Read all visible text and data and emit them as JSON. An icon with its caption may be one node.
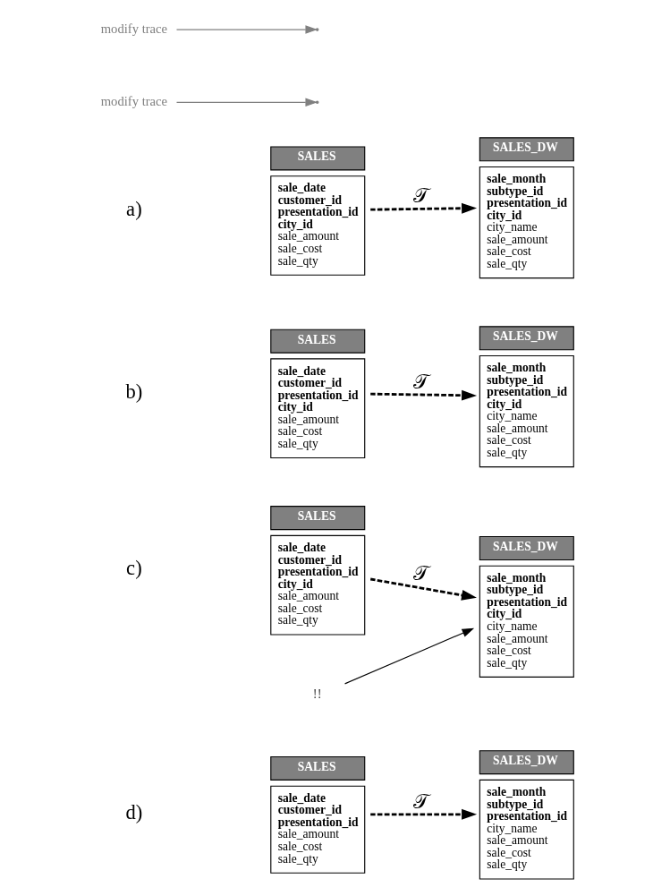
{
  "diagram": {
    "nodes": [
      {
        "text": [
          "SALES",
          "sale_date",
          "customer_id",
          "presentation_id",
          "city_id",
          "sale_amount",
          "sale_cost",
          "sale_qty"
        ]
      },
      {
        "text": [
          "SALES_DW",
          "sale_month",
          "subtype_id",
          "presentation_id",
          "city_id",
          "city_name",
          "sale_amount",
          "sale_cost",
          "sale_qty"
        ]
      },
      {
        "text": [
          "SALES",
          "sale_date",
          "customer_id",
          "presentation_id",
          "city_id",
          "sale_amount",
          "sale_cost",
          "sale_qty"
        ]
      },
      {
        "text": [
          "SALES_DW",
          "sale_month",
          "subtype_id",
          "presentation_id",
          "city_id",
          "city_name",
          "sale_amount",
          "sale_cost",
          "sale_qty"
        ]
      },
      {
        "text": [
          "SALES",
          "sale_date",
          "customer_id",
          "presentation_id",
          "city_id",
          "sale_amount",
          "sale_cost",
          "sale_qty"
        ]
      },
      {
        "text": [
          "modify trace"
        ]
      },
      {
        "text": [
          "SALES_DW",
          "sale_month",
          "subtype_id",
          "presentation_id",
          "city_id",
          "city_name",
          "sale_amount",
          "sale_cost",
          "sale_qty"
        ]
      },
      {
        "text": [
          "!!"
        ]
      },
      {
        "text": [
          "SALES",
          "sale_date",
          "customer_id",
          "presentation_id",
          "sale_amount",
          "sale_cost",
          "sale_qty"
        ]
      },
      {
        "text": [
          "modify trace"
        ]
      },
      {
        "text": [
          "SALES_DW",
          "sale_month",
          "subtype_id",
          "presentation_id",
          "city_name",
          "sale_amount",
          "sale_cost",
          "sale_qty"
        ]
      }
    ],
    "edges": [
      {
        "from": 0,
        "to": 1,
        "arrow": "to",
        "label": "𝒯",
        "style": "dashed"
      },
      {
        "from": 2,
        "to": 3,
        "arrow": "to",
        "label": "𝒯",
        "style": "dashed"
      },
      {
        "from": 4,
        "to": 6,
        "arrow": "to",
        "label": "𝒯",
        "style": "dashed"
      },
      {
        "from": 5,
        "to": null,
        "arrow": "to",
        "color": "#808080"
      },
      {
        "from": 7,
        "to": 6,
        "arrow": "to"
      },
      {
        "from": 8,
        "to": 10,
        "arrow": "to",
        "label": "𝒯",
        "style": "dashed"
      },
      {
        "from": 9,
        "to": null,
        "arrow": "to",
        "color": "#808080"
      }
    ],
    "labels": [
      "a)",
      "b)",
      "c)",
      "d)"
    ]
  }
}
